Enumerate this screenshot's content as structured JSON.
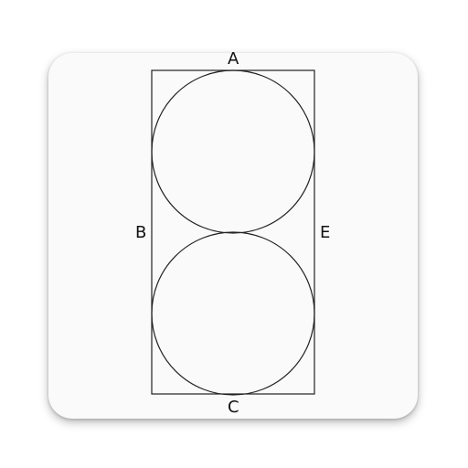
{
  "labels": {
    "top": "A",
    "left": "B",
    "right": "E",
    "bottom": "C"
  },
  "colors": {
    "card": "#fafafa",
    "stroke": "#222222",
    "background": "#ffffff"
  }
}
